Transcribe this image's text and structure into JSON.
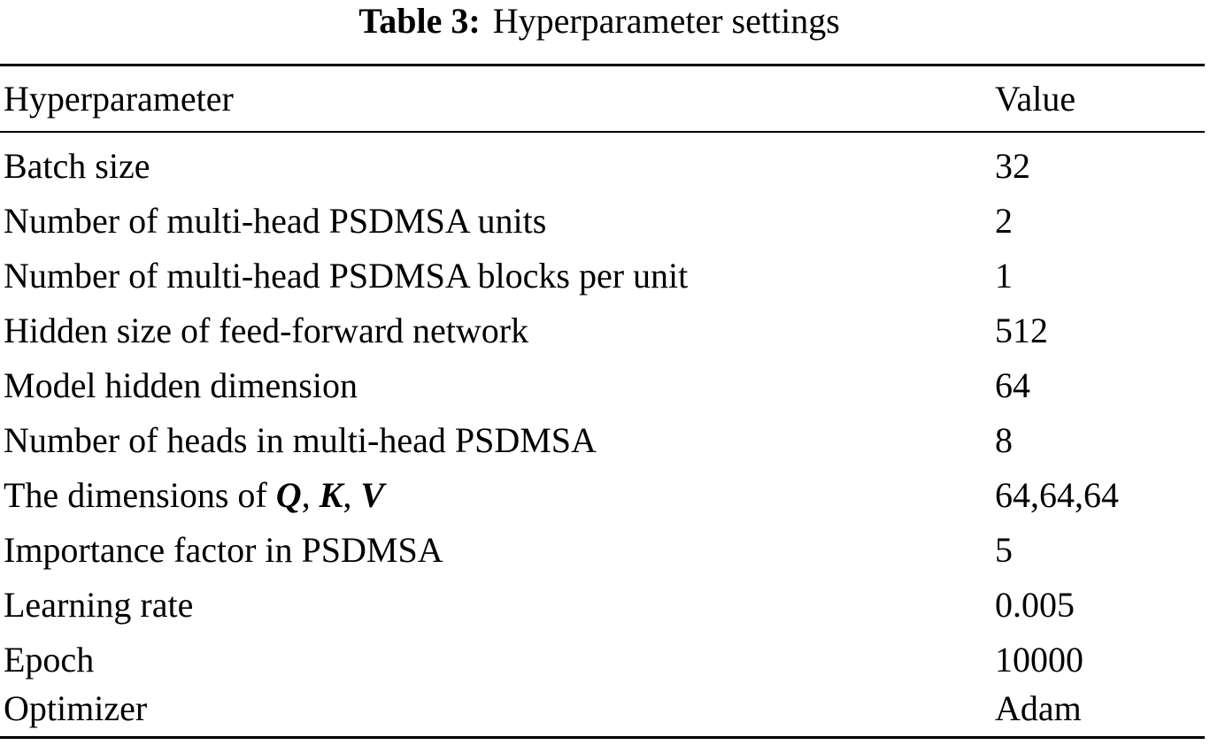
{
  "caption": {
    "label": "Table 3:",
    "text": "Hyperparameter settings"
  },
  "table": {
    "headers": [
      "Hyperparameter",
      "Value"
    ],
    "rows": [
      {
        "name": "Batch size",
        "value": "32"
      },
      {
        "name": "Number of multi-head PSDMSA units",
        "value": "2"
      },
      {
        "name": "Number of multi-head PSDMSA blocks per unit",
        "value": "1"
      },
      {
        "name": "Hidden size of feed-forward network",
        "value": "512"
      },
      {
        "name": "Model hidden dimension",
        "value": "64"
      },
      {
        "name": "Number of heads in multi-head PSDMSA",
        "value": "8"
      },
      {
        "name_prefix": "The dimensions of ",
        "symbols": [
          "Q",
          "K",
          "V"
        ],
        "separator": ", ",
        "value": "64,64,64"
      },
      {
        "name": "Importance factor in PSDMSA",
        "value": "5"
      },
      {
        "name": "Learning rate",
        "value": "0.005"
      },
      {
        "name": "Epoch",
        "value": "10000"
      },
      {
        "name": "Optimizer",
        "value": "Adam"
      }
    ]
  }
}
